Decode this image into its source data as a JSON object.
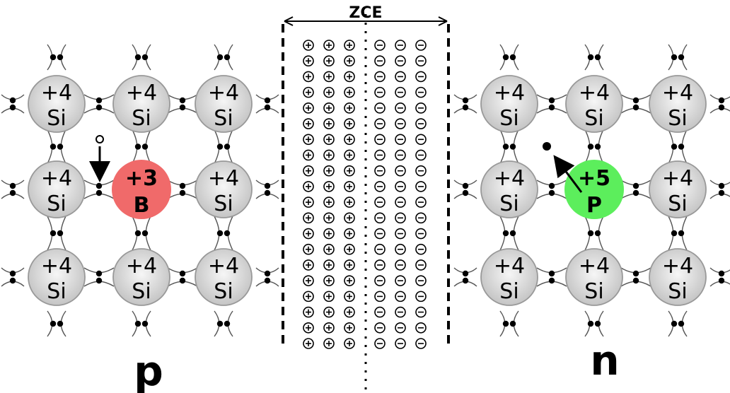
{
  "zone": {
    "label": "ZCE",
    "positive_symbol": "+",
    "negative_symbol": "−",
    "ion_rows": 20,
    "ion_columns_per_side": 3
  },
  "atoms": {
    "silicon_charge": "+4",
    "silicon_symbol": "Si"
  },
  "p_region": {
    "label": "p",
    "dopant_charge": "+3",
    "dopant_symbol": "B",
    "dopant_color": "#f06a6a",
    "carrier": "hole-icon"
  },
  "n_region": {
    "label": "n",
    "dopant_charge": "+5",
    "dopant_symbol": "P",
    "dopant_color": "#5cee5c",
    "carrier": "electron-icon"
  },
  "colors": {
    "silicon_fill_center": "#f6f6f6",
    "silicon_fill_edge": "#c8c8c8",
    "outline": "#999999"
  }
}
